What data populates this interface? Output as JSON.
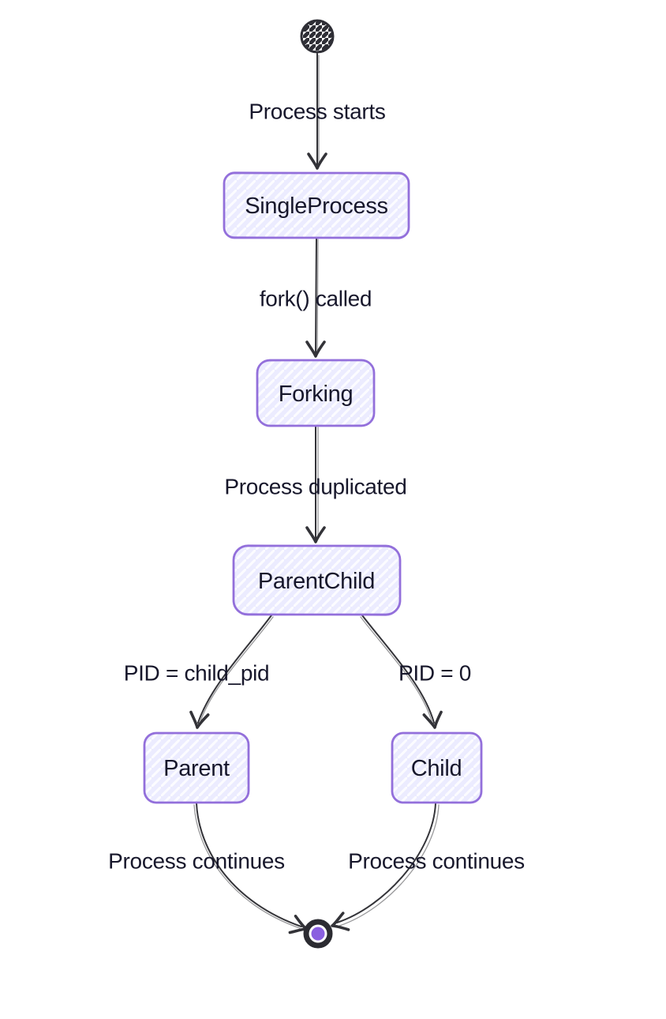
{
  "diagram": {
    "type": "state-diagram",
    "direction": "top-down",
    "nodes": [
      {
        "id": "start",
        "kind": "start-state",
        "label": ""
      },
      {
        "id": "SingleProcess",
        "kind": "state",
        "label": "SingleProcess"
      },
      {
        "id": "Forking",
        "kind": "state",
        "label": "Forking"
      },
      {
        "id": "ParentChild",
        "kind": "state",
        "label": "ParentChild"
      },
      {
        "id": "Parent",
        "kind": "state",
        "label": "Parent"
      },
      {
        "id": "Child",
        "kind": "state",
        "label": "Child"
      },
      {
        "id": "end",
        "kind": "end-state",
        "label": ""
      }
    ],
    "edges": [
      {
        "from": "start",
        "to": "SingleProcess",
        "label": "Process starts"
      },
      {
        "from": "SingleProcess",
        "to": "Forking",
        "label": "fork() called"
      },
      {
        "from": "Forking",
        "to": "ParentChild",
        "label": "Process duplicated"
      },
      {
        "from": "ParentChild",
        "to": "Parent",
        "label": "PID = child_pid"
      },
      {
        "from": "ParentChild",
        "to": "Child",
        "label": "PID = 0"
      },
      {
        "from": "Parent",
        "to": "end",
        "label": "Process continues"
      },
      {
        "from": "Child",
        "to": "end",
        "label": "Process continues"
      }
    ],
    "icons": {
      "start_state": "hatched-filled-circle",
      "end_state": "ring-with-purple-dot",
      "arrowhead": "sketchy-chevron"
    },
    "colors": {
      "background": "#ffffff",
      "node_fill": "#ECECFF",
      "node_border": "#9370DB",
      "edge": "#333338",
      "text": "#17172b",
      "start_fill": "#2f2f36",
      "end_inner": "#8a5fe0"
    }
  }
}
